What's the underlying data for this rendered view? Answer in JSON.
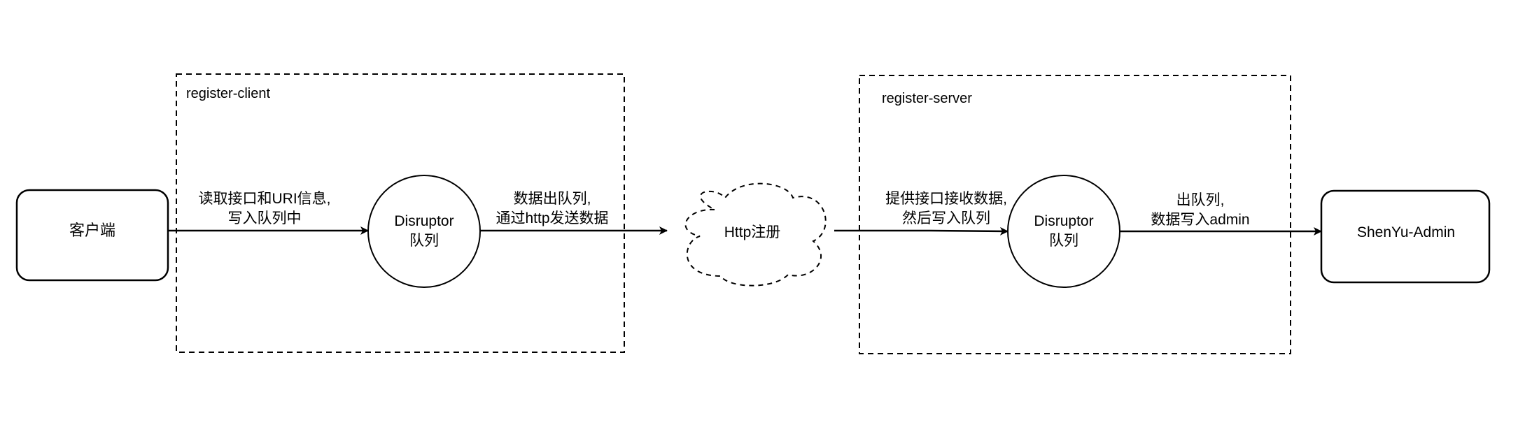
{
  "diagram": {
    "nodes": {
      "client": {
        "label": "客户端",
        "shape": "rounded-rectangle"
      },
      "client_disruptor": {
        "lines": [
          "Disruptor",
          "队列"
        ],
        "shape": "circle"
      },
      "http": {
        "label": "Http注册",
        "shape": "cloud"
      },
      "server_disruptor": {
        "lines": [
          "Disruptor",
          "队列"
        ],
        "shape": "circle"
      },
      "admin": {
        "label": "ShenYu-Admin",
        "shape": "rounded-rectangle"
      }
    },
    "groups": {
      "register_client": {
        "label": "register-client"
      },
      "register_server": {
        "label": "register-server"
      }
    },
    "edges": [
      {
        "from": "client",
        "to": "client_disruptor",
        "lines": [
          "读取接口和URI信息,",
          "写入队列中"
        ]
      },
      {
        "from": "client_disruptor",
        "to": "http",
        "lines": [
          "数据出队列,",
          "通过http发送数据"
        ]
      },
      {
        "from": "http",
        "to": "server_disruptor",
        "lines": [
          "提供接口接收数据,",
          "然后写入队列"
        ]
      },
      {
        "from": "server_disruptor",
        "to": "admin",
        "lines": [
          "出队列,",
          "数据写入admin"
        ]
      }
    ]
  },
  "colors": {
    "stroke": "#000000",
    "background": "#ffffff",
    "text": "#000000"
  }
}
